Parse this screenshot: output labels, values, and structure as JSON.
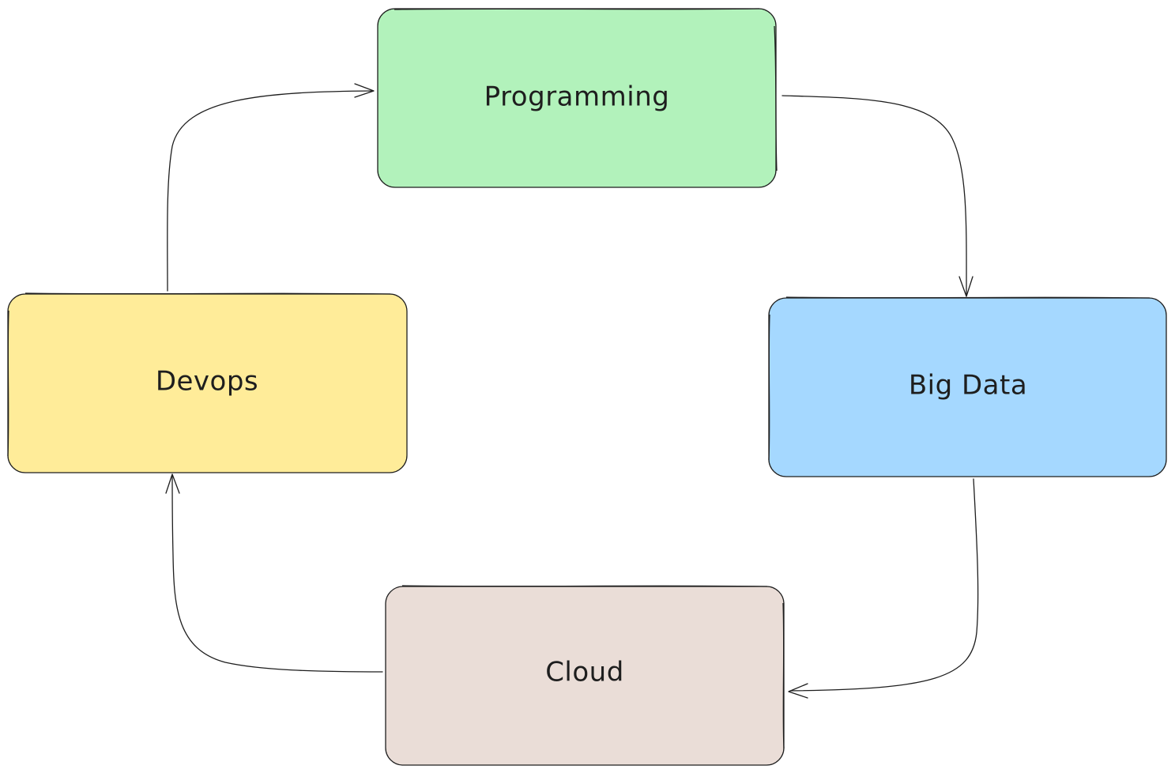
{
  "diagram": {
    "nodes": [
      {
        "id": "programming",
        "label": "Programming",
        "color": "#b2f2bb"
      },
      {
        "id": "big-data",
        "label": "Big Data",
        "color": "#a5d8ff"
      },
      {
        "id": "cloud",
        "label": "Cloud",
        "color": "#eaddd7"
      },
      {
        "id": "devops",
        "label": "Devops",
        "color": "#ffec99"
      }
    ],
    "edges": [
      {
        "from": "programming",
        "to": "big-data"
      },
      {
        "from": "big-data",
        "to": "cloud"
      },
      {
        "from": "cloud",
        "to": "devops"
      },
      {
        "from": "devops",
        "to": "programming"
      }
    ],
    "stroke_color": "#1e1e1e"
  }
}
